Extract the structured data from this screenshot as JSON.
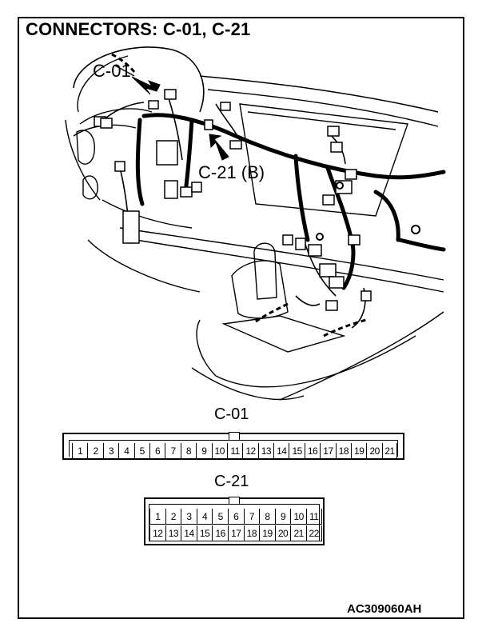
{
  "title": "CONNECTORS: C-01, C-21",
  "callouts": {
    "c01": "C-01",
    "c21": "C-21 (B)"
  },
  "connector_c01": {
    "label": "C-01",
    "pins": [
      "1",
      "2",
      "3",
      "4",
      "5",
      "6",
      "7",
      "8",
      "9",
      "10",
      "11",
      "12",
      "13",
      "14",
      "15",
      "16",
      "17",
      "18",
      "19",
      "20",
      "21"
    ]
  },
  "connector_c21": {
    "label": "C-21",
    "row1": [
      "1",
      "2",
      "3",
      "4",
      "5",
      "6",
      "7",
      "8",
      "9",
      "10",
      "11"
    ],
    "row2": [
      "12",
      "13",
      "14",
      "15",
      "16",
      "17",
      "18",
      "19",
      "20",
      "21",
      "22"
    ]
  },
  "figure_code": "AC309060AH"
}
